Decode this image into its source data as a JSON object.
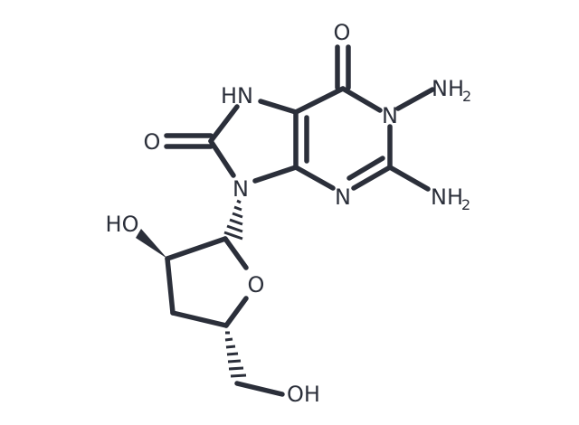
{
  "molecule": {
    "atoms": {
      "o_c6": "O",
      "n_hn7": "HN",
      "n1_nh2": "NH",
      "n1_nh2_sub": "2",
      "o_c8": "O",
      "n1": "N",
      "n9": "N",
      "n3": "N",
      "c2_nh2": "NH",
      "c2_nh2_sub": "2",
      "ho_c2p": "HO",
      "o_ring": "O",
      "oh_c5p": "OH"
    },
    "colors": {
      "bond": "#2b2f3a",
      "background": "#ffffff"
    }
  }
}
